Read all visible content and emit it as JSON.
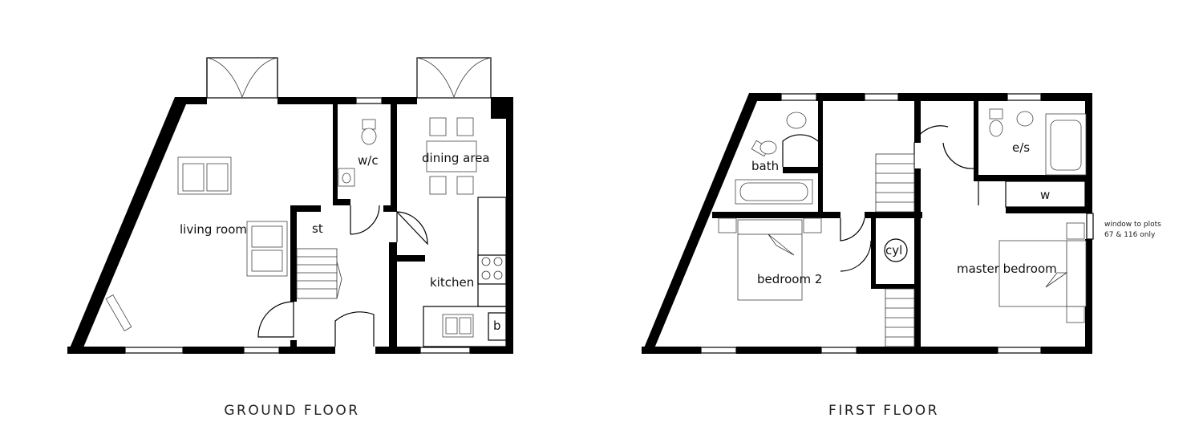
{
  "ground_floor": {
    "title": "GROUND FLOOR",
    "rooms": {
      "living_room": "living room",
      "wc": "w/c",
      "dining_area": "dining area",
      "store": "st",
      "kitchen": "kitchen",
      "boiler": "b"
    }
  },
  "first_floor": {
    "title": "FIRST FLOOR",
    "rooms": {
      "bath": "bath",
      "en_suite": "e/s",
      "wardrobe": "w",
      "cylinder": "cyl",
      "bedroom_2": "bedroom 2",
      "master_bedroom": "master bedroom"
    },
    "window_note_line1": "window to plots",
    "window_note_line2": "67 & 116 only"
  }
}
